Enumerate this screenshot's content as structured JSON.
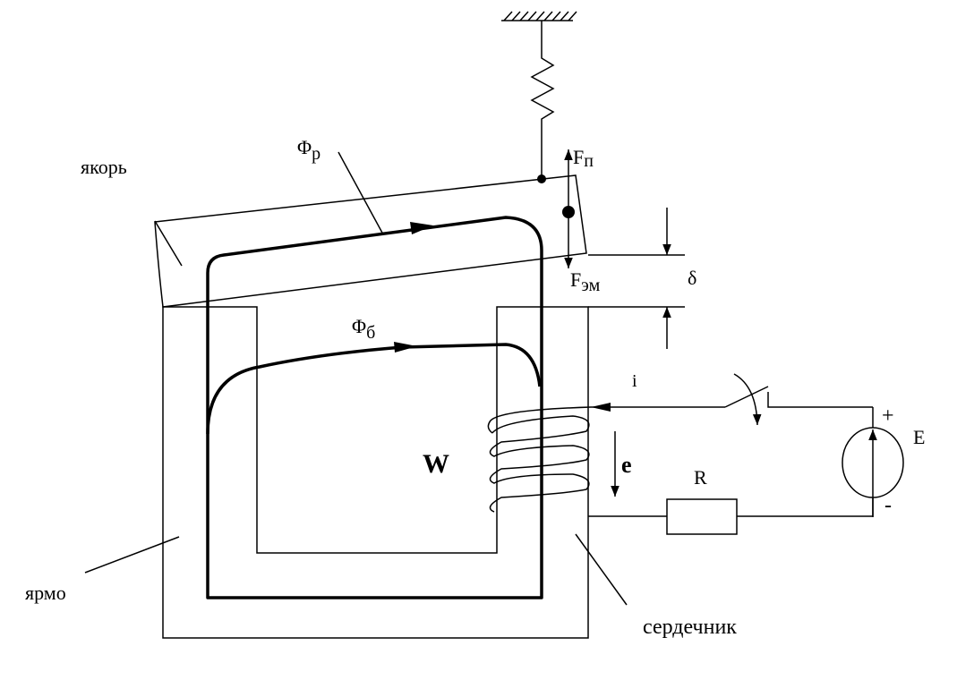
{
  "labels": {
    "armature": "якорь",
    "yoke": "ярмо",
    "core": "сердечник",
    "flux_working": "Φ",
    "flux_working_sub": "р",
    "flux_leakage": "Φ",
    "flux_leakage_sub": "б",
    "spring_force": "F",
    "spring_force_sub": "п",
    "em_force": "F",
    "em_force_sub": "эм",
    "gap": "δ",
    "current": "i",
    "winding": "W",
    "emf": "e",
    "resistor": "R",
    "source": "E",
    "plus": "+",
    "minus": "-"
  },
  "colors": {
    "line": "#000000",
    "background": "#ffffff"
  }
}
